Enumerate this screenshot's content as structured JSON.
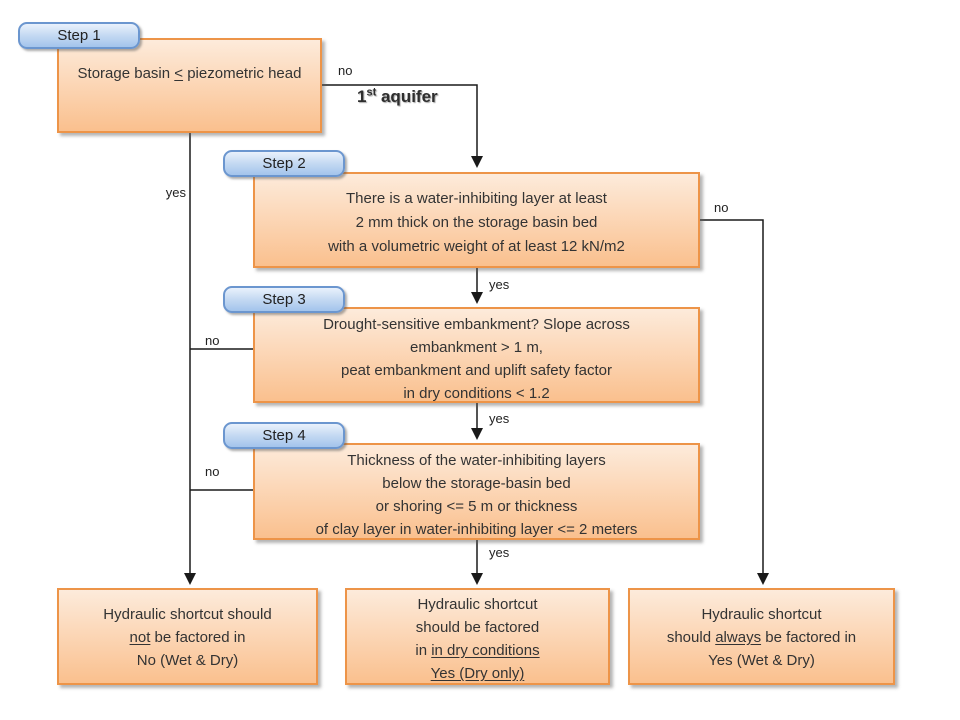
{
  "colors": {
    "orange-top": "#FDEBDB",
    "orange-bottom": "#FAC08E",
    "orange-border": "#ED9448",
    "blue-top": "#E9F1FC",
    "blue-mid": "#C4D9F2",
    "blue-bottom": "#A3C4EC",
    "blue-border": "#6B96CF",
    "line-color": "#1a1a1a"
  },
  "step1": {
    "badge": "Step 1",
    "text_pre": "Storage basin ",
    "text_u": "<",
    "text_post": " piezometric head"
  },
  "aquifer_label": {
    "num": "1",
    "sup": "st",
    "rest": " aquifer"
  },
  "step2": {
    "badge": "Step 2",
    "line1": "There is a water-inhibiting layer at least",
    "line2": "2 mm thick on the storage basin bed",
    "line3": "with a volumetric weight of at least 12 kN/m2"
  },
  "step3": {
    "badge": "Step 3",
    "line1": "Drought-sensitive embankment? Slope across",
    "line2": "embankment > 1 m,",
    "line3": "peat embankment and uplift safety factor",
    "line4": "in dry conditions < 1.2"
  },
  "step4": {
    "badge": "Step 4",
    "line1": "Thickness of the water-inhibiting layers",
    "line2": "below the storage-basin bed",
    "line3": "or shoring <= 5 m or thickness",
    "line4": "of clay layer in water-inhibiting layer <= 2 meters"
  },
  "outcome_left": {
    "line1": "Hydraulic shortcut should",
    "line2_u": "not",
    "line2_post": " be factored in",
    "line3": "No (Wet & Dry)"
  },
  "outcome_middle": {
    "line1": "Hydraulic shortcut",
    "line2": "should be factored",
    "line3_pre": "in ",
    "line3_u": "in dry conditions",
    "line4_u": "Yes (Dry only)"
  },
  "outcome_right": {
    "line1": "Hydraulic shortcut",
    "line2_pre": "should ",
    "line2_u": "always",
    "line2_post": " be factored in",
    "line3": "Yes (Wet & Dry)"
  },
  "edge_labels": {
    "no_top": "no",
    "yes_left": "yes",
    "no_step3": "no",
    "no_step4": "no",
    "no_right": "no",
    "yes_2_3": "yes",
    "yes_3_4": "yes",
    "yes_4_out": "yes"
  }
}
